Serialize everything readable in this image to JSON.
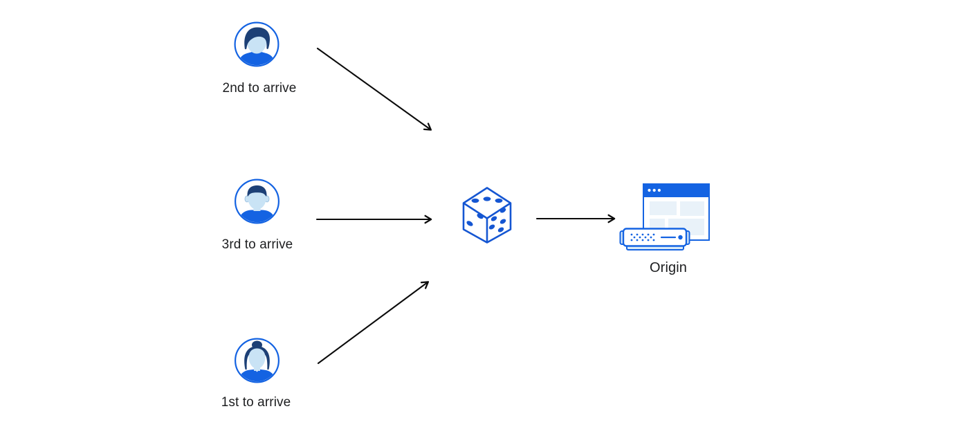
{
  "diagram": {
    "background": "#ffffff",
    "visitors": [
      {
        "id": "second",
        "label": "2nd to arrive",
        "icon": "user-avatar-man-swept-hair"
      },
      {
        "id": "third",
        "label": "3rd to arrive",
        "icon": "user-avatar-man-short-hair"
      },
      {
        "id": "first",
        "label": "1st to arrive",
        "icon": "user-avatar-woman-bun"
      }
    ],
    "center_node": {
      "icon": "dice-icon"
    },
    "origin_node": {
      "label": "Origin",
      "icon": "origin-server-icon"
    },
    "edges": [
      {
        "from": "2nd to arrive",
        "to": "dice"
      },
      {
        "from": "3rd to arrive",
        "to": "dice"
      },
      {
        "from": "1st to arrive",
        "to": "dice"
      },
      {
        "from": "dice",
        "to": "Origin"
      }
    ],
    "colors": {
      "primary_blue": "#1463e2",
      "dice_blue": "#1556d2",
      "dark_navy_hair": "#1d4076",
      "face_light_blue": "#c9e3f5",
      "pale_panel_blue": "#e9f2f9",
      "server_base_blue": "#d8eaf8",
      "arrow_black": "#0b0b0b",
      "label_text": "#1c1d1f"
    }
  }
}
